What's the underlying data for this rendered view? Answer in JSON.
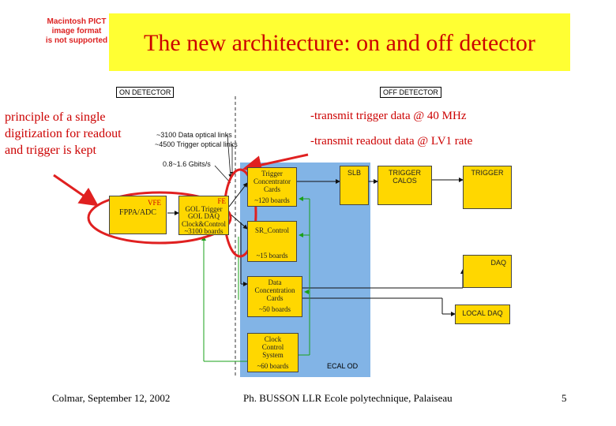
{
  "pict_notice": [
    "Macintosh PICT",
    "image format",
    "is not supported"
  ],
  "title": "The new architecture: on and off detector",
  "side_note": "principle of a single digitization for readout and trigger is kept",
  "bullets": [
    "-transmit trigger data @ 40 MHz",
    "-transmit readout data @ LV1 rate"
  ],
  "diagram": {
    "on_detector_label": "ON DETECTOR",
    "off_detector_label": "OFF DETECTOR",
    "link_notes": [
      "~3100 Data optical links",
      "~4500 Trigger optical links",
      "0.8~1.6 Gbits/s"
    ],
    "fe_box": [
      "VFE",
      "FPPA/ADC"
    ],
    "gol_box": [
      "FE",
      "GOL Trigger",
      "GOL DAQ",
      "Clock&Control",
      "~3100 boards"
    ],
    "tcc": [
      "Trigger",
      "Concentrator",
      "Cards",
      "~120 boards"
    ],
    "ccs": [
      "SR_Control",
      "~15 boards"
    ],
    "dcc": [
      "Data",
      "Concentration",
      "Cards",
      "~50 boards"
    ],
    "clock": [
      "Clock",
      "Control",
      "System",
      "~60 boards"
    ],
    "slb": "SLB",
    "trigger_calo": [
      "TRIGGER",
      "CALOS"
    ],
    "trigger": "TRIGGER",
    "daq": "DAQ",
    "local_daq": "LOCAL DAQ",
    "ecal_od": "ECAL OD"
  },
  "footer": {
    "left": "Colmar, September 12, 2002",
    "center": "Ph. BUSSON LLR Ecole polytechnique, Palaiseau",
    "page": "5"
  },
  "colors": {
    "title_band": "#ffff33",
    "title_text": "#cc0000",
    "box_fill": "#ffd700",
    "od_panel": "#82b4e6",
    "arrow_red": "#e02020",
    "line_green": "#1aa01a"
  }
}
